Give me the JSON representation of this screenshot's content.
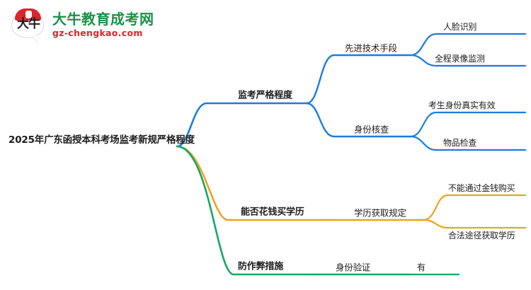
{
  "logo": {
    "mark_text": "大牛",
    "title": "大牛教育成考网",
    "domain": "gz-chengkao.com",
    "brand_green": "#1a9147",
    "brand_red": "#d8262c"
  },
  "mindmap": {
    "root": {
      "label": "2025年广东函授本科考场监考新规严格程度"
    },
    "branch_colors": {
      "blue": "#1b7ce0",
      "orange": "#eda31c",
      "green": "#14a765"
    },
    "branches": [
      {
        "color_name": "blue",
        "color": "#1b7ce0",
        "level1": {
          "label": "监考严格程度"
        },
        "level2": [
          {
            "label": "先进技术手段",
            "level3": [
              {
                "label": "人脸识别"
              },
              {
                "label": "全程录像监测"
              }
            ]
          },
          {
            "label": "身份核查",
            "level3": [
              {
                "label": "考生身份真实有效"
              },
              {
                "label": "物品检查"
              }
            ]
          }
        ]
      },
      {
        "color_name": "orange",
        "color": "#eda31c",
        "level1": {
          "label": "能否花钱买学历"
        },
        "level2": [
          {
            "label": "学历获取规定",
            "level3": [
              {
                "label": "不能通过金钱购买"
              },
              {
                "label": "合法途径获取学历"
              }
            ]
          }
        ]
      },
      {
        "color_name": "green",
        "color": "#14a765",
        "level1": {
          "label": "防作弊措施"
        },
        "level2": [
          {
            "label": "身份验证",
            "level3": [
              {
                "label": "有"
              }
            ]
          }
        ]
      }
    ]
  }
}
